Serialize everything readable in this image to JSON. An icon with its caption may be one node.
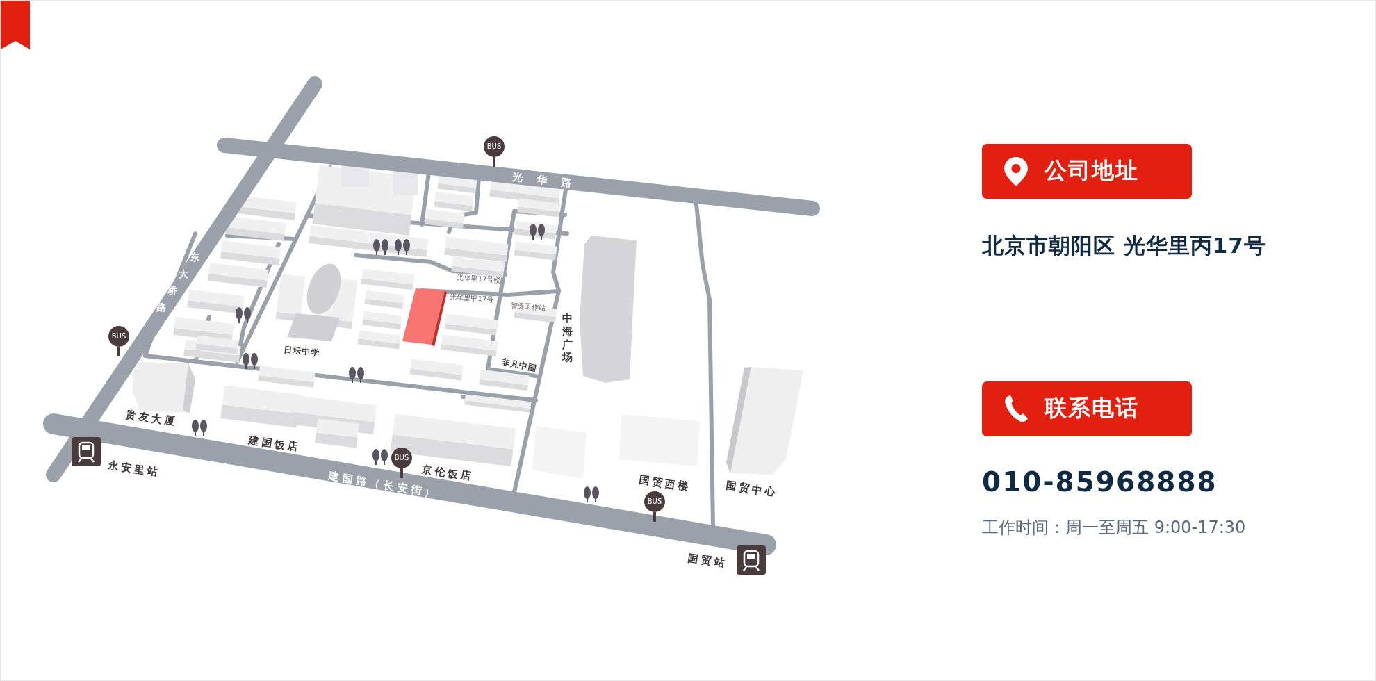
{
  "diagram": {
    "nodes": [
      {
        "text": [
          "公司地址"
        ]
      },
      {
        "text": [
          "联系电话"
        ]
      },
      {
        "text": [
          "BUS"
        ]
      },
      {
        "text": [
          "BUS"
        ]
      },
      {
        "text": [
          "BUS"
        ]
      },
      {
        "text": [
          "BUS"
        ]
      }
    ],
    "labels": [
      "光华路",
      "东大桥路",
      "光华里17号楼",
      "光华里甲17号",
      "警务工作站",
      "中海广场",
      "日坛中学",
      "非凡中国",
      "贵友大厦",
      "建国饭店",
      "永安里站",
      "京伦饭店",
      "建国路（长安街）",
      "国贸西楼",
      "国贸中心",
      "国贸站",
      "北京市朝阳区 光华里丙17号",
      "010-85968888",
      "工作时间：周一至周五 9:00-17:30"
    ]
  }
}
